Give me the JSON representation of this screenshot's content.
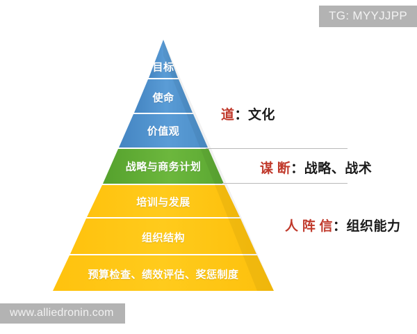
{
  "background_color": "#ffffff",
  "watermarks": {
    "top_right": "TG: MYYJJPP",
    "bottom_left": "www.alliedronin.com"
  },
  "pyramid": {
    "title": "",
    "colors": {
      "blue": "#4a90cd",
      "blue_light": "#5da0d8",
      "green": "#5aa832",
      "green_light": "#6fb83f",
      "yellow": "#ffc20e",
      "yellow_light": "#ffcb1f",
      "divider": "#f5f5f5",
      "label_text": "#ffffff"
    },
    "bands": [
      {
        "label": "目标",
        "color_group": "blue",
        "font_size": 15
      },
      {
        "label": "使命",
        "color_group": "blue",
        "font_size": 15
      },
      {
        "label": "价值观",
        "color_group": "blue",
        "font_size": 15
      },
      {
        "label": "战略与商务计划",
        "color_group": "green",
        "font_size": 15
      },
      {
        "label": "培训与发展",
        "color_group": "yellow",
        "font_size": 15
      },
      {
        "label": "组织结构",
        "color_group": "yellow",
        "font_size": 15
      },
      {
        "label": "预算检查、绩效评估、奖惩制度",
        "color_group": "yellow",
        "font_size": 15
      }
    ]
  },
  "annotations": [
    {
      "key": "道",
      "separator": "：",
      "value": "文化",
      "key_color": "#c0392b",
      "value_color": "#1a1a1a",
      "font_size": 19
    },
    {
      "key": "谋 断",
      "separator": "：",
      "value": "战略、战术",
      "key_color": "#c0392b",
      "value_color": "#1a1a1a",
      "font_size": 19
    },
    {
      "key": "人 阵 信",
      "separator": "：",
      "value": "组织能力",
      "key_color": "#c0392b",
      "value_color": "#1a1a1a",
      "font_size": 19
    }
  ]
}
